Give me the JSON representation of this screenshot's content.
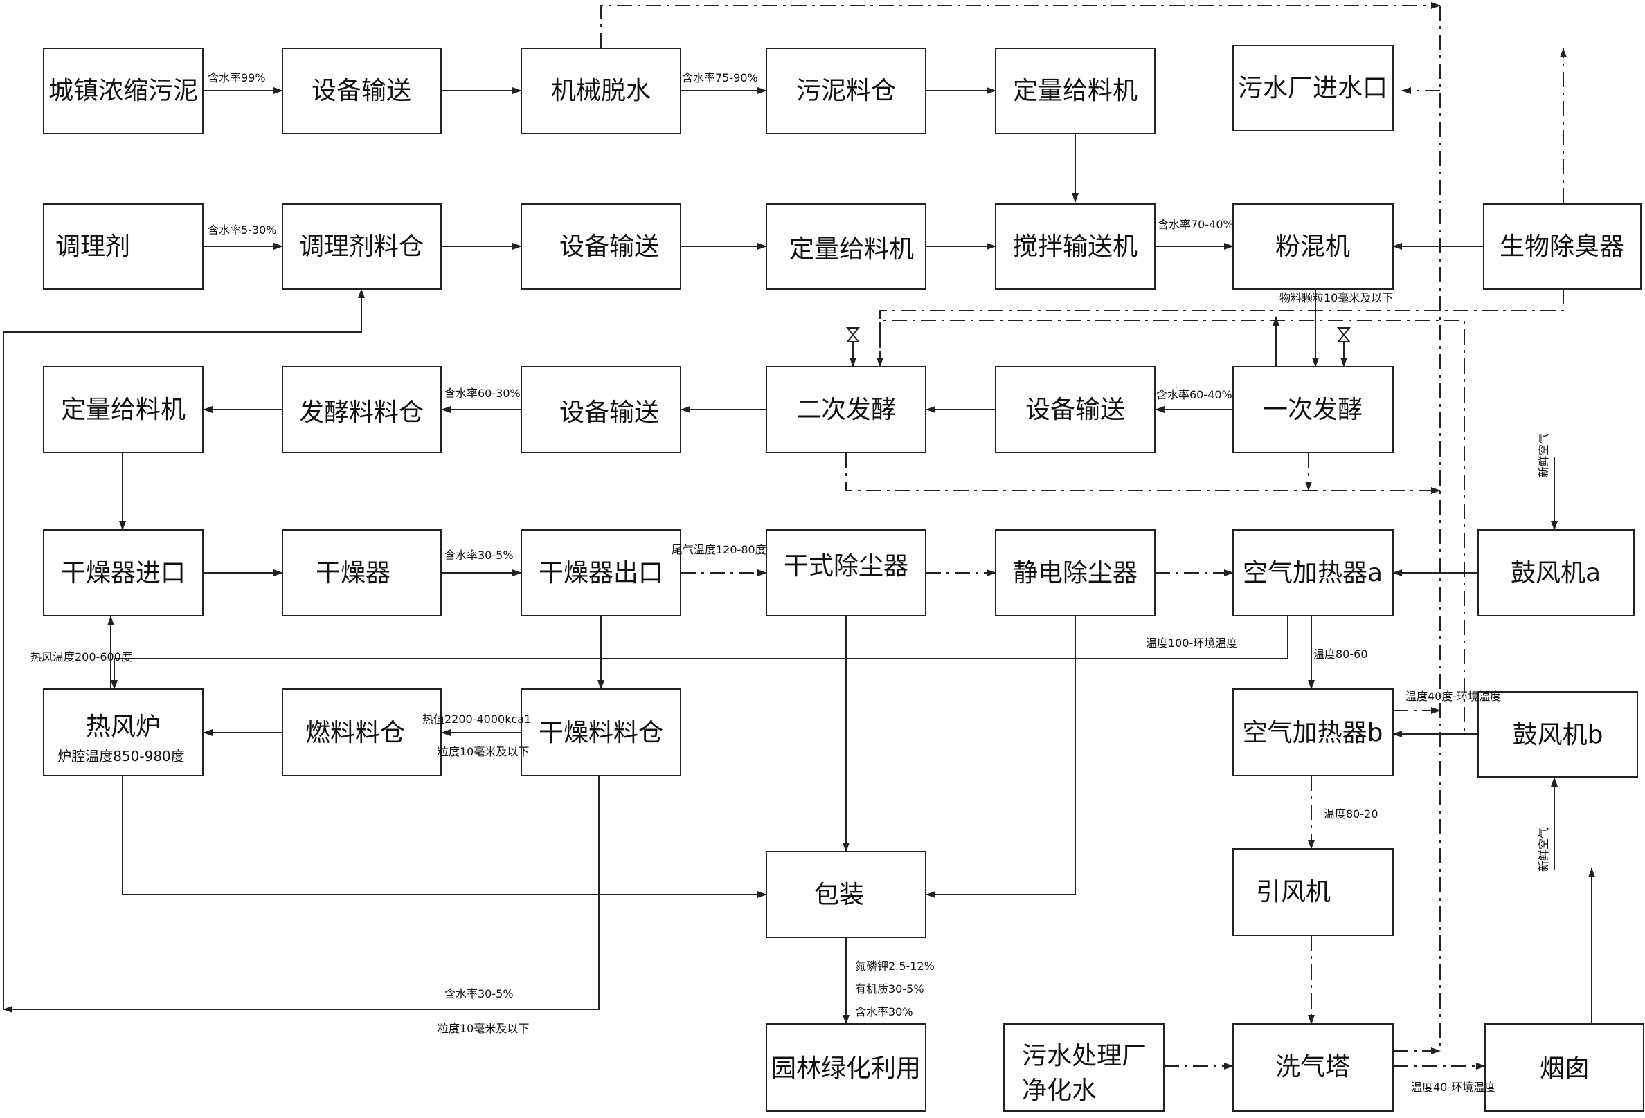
{
  "nodes": {
    "sludge": "城镇浓缩污泥",
    "convey1": "设备输送",
    "dewater": "机械脱水",
    "silo_sludge": "污泥料仓",
    "feeder1": "定量给料机",
    "plant_inlet": "污水厂进水口",
    "conditioner": "调理剂",
    "silo_cond": "调理剂料仓",
    "convey2": "设备输送",
    "feeder2": "定量给料机",
    "stir": "搅拌输送机",
    "mixer": "粉混机",
    "biofilter": "生物除臭器",
    "feeder3": "定量给料机",
    "silo_ferment": "发酵料料仓",
    "convey3": "设备输送",
    "ferment2": "二次发酵",
    "convey4": "设备输送",
    "ferment1": "一次发酵",
    "dryer_in": "干燥器进口",
    "dryer": "干燥器",
    "dryer_out": "干燥器出口",
    "dry_dust": "干式除尘器",
    "esp": "静电除尘器",
    "heater_a": "空气加热器a",
    "blower_a": "鼓风机a",
    "hot_furnace": "热风炉",
    "hot_furnace_sub": "炉腔温度850-980度",
    "silo_fuel": "燃料料仓",
    "silo_dry": "干燥料料仓",
    "heater_b": "空气加热器b",
    "blower_b": "鼓风机b",
    "packing": "包装",
    "id_fan": "引风机",
    "garden": "园林绿化利用",
    "treated_water_1": "污水处理厂",
    "treated_water_2": "净化水",
    "scrubber": "洗气塔",
    "chimney": "烟囱"
  },
  "annotations": {
    "moist_99": "含水率99%",
    "moist_75_90": "含水率75-90%",
    "moist_5_30": "含水率5-30%",
    "moist_70_40": "含水率70-40%",
    "particle_10a": "物料颗粒10毫米及以下",
    "moist_60_30": "含水率60-30%",
    "moist_60_40": "含水率60-40%",
    "moist_30_5a": "含水率30-5%",
    "tail_gas": "尾气温度120-80度",
    "temp_100": "温度100-环境温度",
    "hot_air": "热风温度200-600度",
    "temp_80_60": "温度80-60",
    "temp_40": "温度40度-环境温度",
    "heat_value": "热值2200-4000kca1",
    "particle_10b": "粒度10毫米及以下",
    "temp_80_20": "温度80-20",
    "npk": "氮磷钾2.5-12%",
    "organic": "有机质30-5%",
    "moist_30": "含水率30%",
    "moist_30_5b": "含水率30-5%",
    "particle_10c": "粒度10毫米及以下",
    "temp_40b": "温度40-环境温度",
    "fresh_air_a": "新鲜空气",
    "fresh_air_b": "新鲜空气"
  }
}
